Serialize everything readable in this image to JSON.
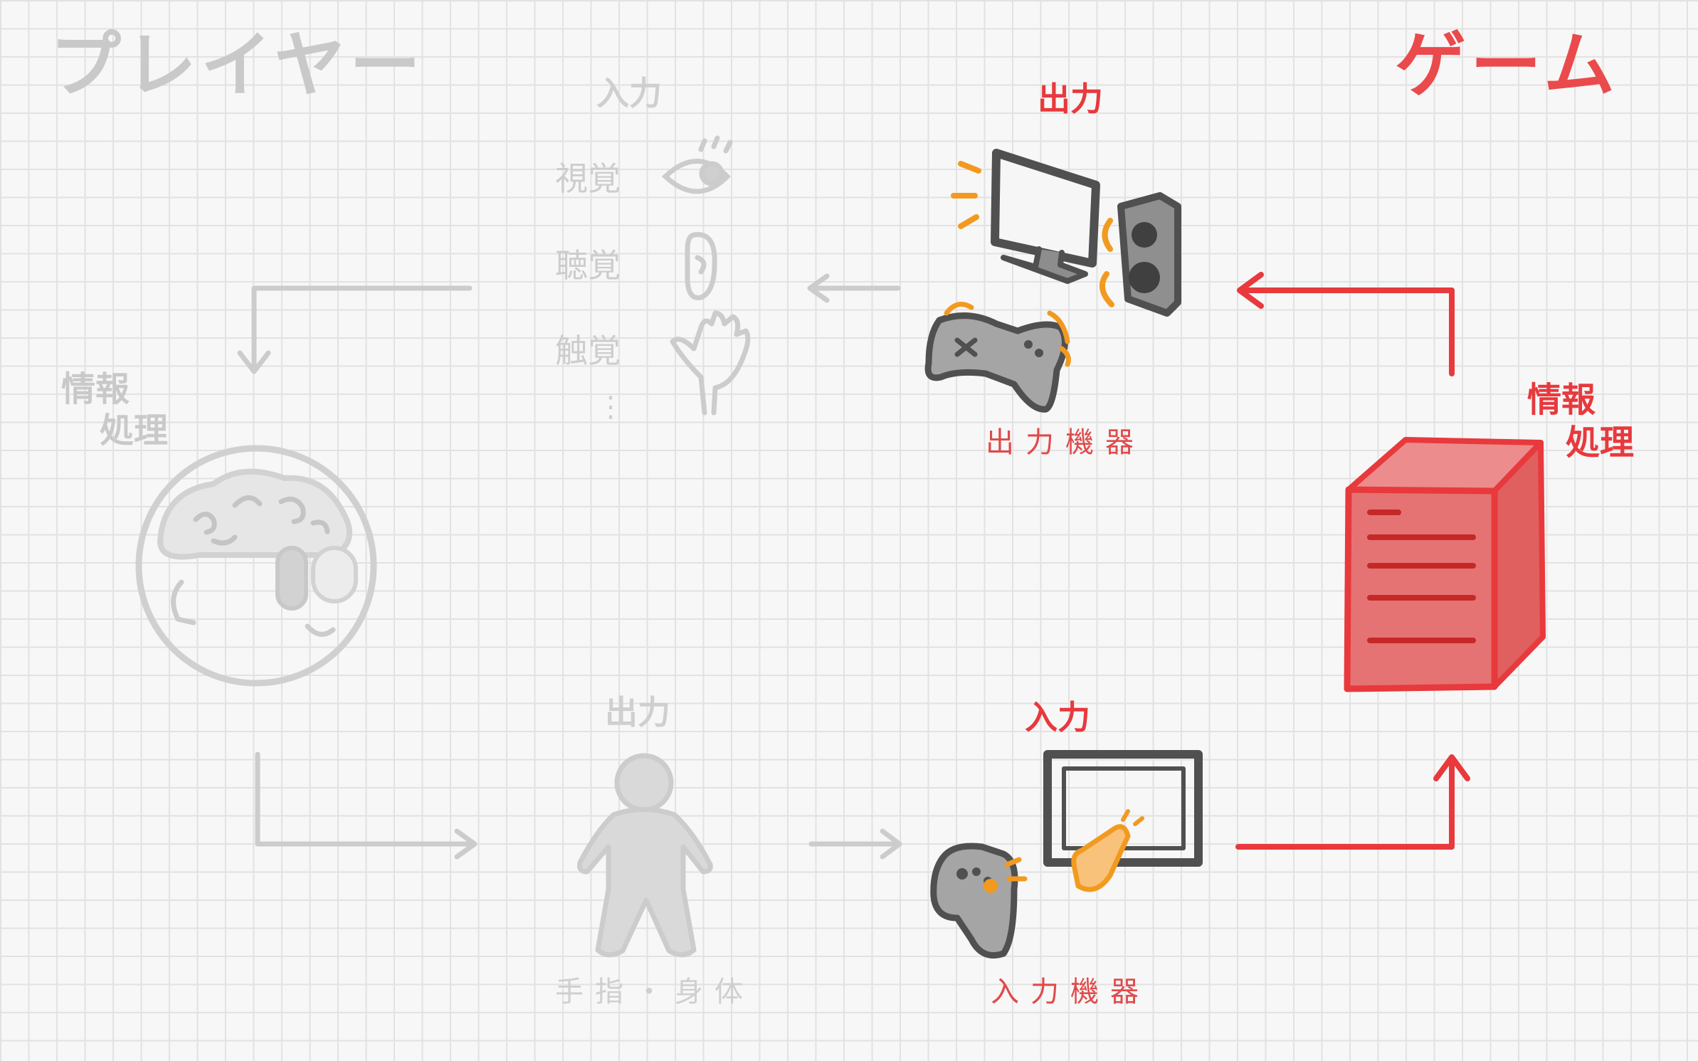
{
  "player": {
    "title": "プレイヤー",
    "input_header": "入力",
    "senses": [
      "視覚",
      "聴覚",
      "触覚"
    ],
    "ellipsis": "⋮",
    "processing": [
      "情報",
      "処理"
    ],
    "output_header": "出力",
    "body_caption": "手指・身体"
  },
  "game": {
    "title": "ゲーム",
    "output_header": "出力",
    "output_devices_caption": "出力機器",
    "processing": [
      "情報",
      "処理"
    ],
    "input_header": "入力",
    "input_devices_caption": "入力機器"
  },
  "icons": {
    "eye": "eye-icon",
    "ear": "ear-icon",
    "hand": "hand-icon",
    "brain": "brain-icon",
    "person": "person-icon",
    "monitor": "monitor-icon",
    "speaker": "speaker-icon",
    "gamepad": "gamepad-icon",
    "touchscreen": "touchscreen-icon",
    "server": "server-icon"
  },
  "colors": {
    "player_gray": "#c9c9c9",
    "game_red": "#e8393d",
    "device_dark": "#555555",
    "device_fill": "#9a9a9a",
    "accent_orange": "#f29a20",
    "server_fill": "#e57373"
  }
}
